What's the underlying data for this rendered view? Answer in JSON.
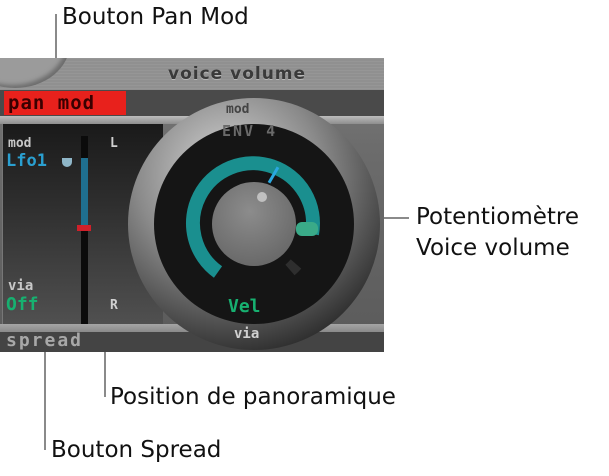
{
  "callouts": {
    "pan_mod_button": "Bouton Pan Mod",
    "voice_volume_knob_line1": "Potentiomètre",
    "voice_volume_knob_line2": "Voice volume",
    "pan_position": "Position de panoramique",
    "spread_button": "Bouton Spread"
  },
  "panel": {
    "title": "voice volume",
    "pan_mod_label": "pan mod",
    "spread_label": "spread",
    "pan_slider": {
      "mod_label": "mod",
      "mod_source": "Lfo1",
      "via_label": "via",
      "via_source": "Off",
      "left_label": "L",
      "right_label": "R"
    },
    "volume_knob": {
      "mod_label": "mod",
      "mod_source": "ENV 4",
      "via_label": "via",
      "via_source": "Vel"
    }
  },
  "colors": {
    "pan_mod_red": "#e8211c",
    "slider_blue": "#1f6f8f",
    "lfo_text": "#2a9fd0",
    "teal_arc": "#1a8f8f",
    "green_text": "#17b070",
    "pan_handle": "#d0202a"
  }
}
